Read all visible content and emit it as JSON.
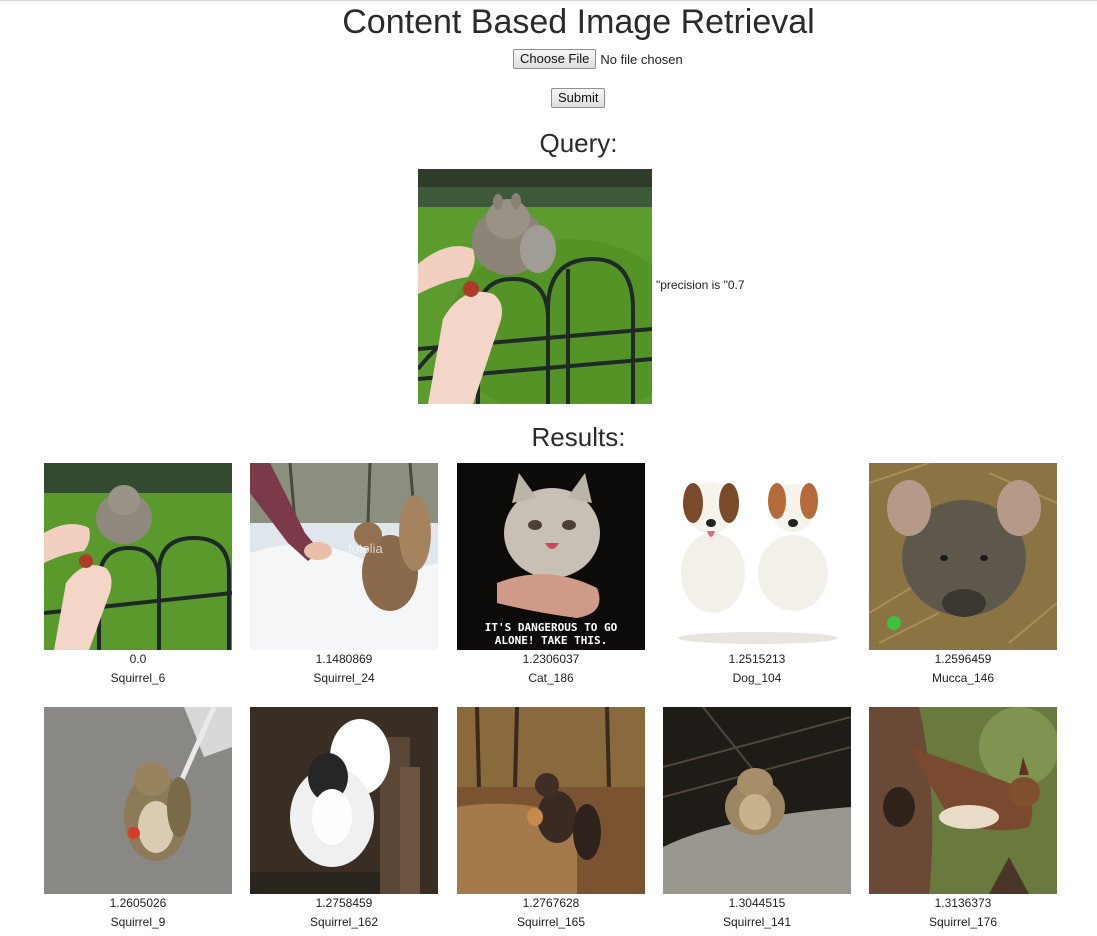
{
  "page": {
    "title": "Content Based Image Retrieval"
  },
  "upload": {
    "choose_label": "Choose File",
    "file_status": "No file chosen",
    "submit_label": "Submit"
  },
  "query": {
    "heading": "Query:",
    "precision_text": "\"precision is \"0.7"
  },
  "results": {
    "heading": "Results:",
    "items": [
      {
        "score": "0.0",
        "label": "Squirrel_6"
      },
      {
        "score": "1.1480869",
        "label": "Squirrel_24"
      },
      {
        "score": "1.2306037",
        "label": "Cat_186"
      },
      {
        "score": "1.2515213",
        "label": "Dog_104"
      },
      {
        "score": "1.2596459",
        "label": "Mucca_146"
      },
      {
        "score": "1.2605026",
        "label": "Squirrel_9"
      },
      {
        "score": "1.2758459",
        "label": "Squirrel_162"
      },
      {
        "score": "1.2767628",
        "label": "Squirrel_165"
      },
      {
        "score": "1.3044515",
        "label": "Squirrel_141"
      },
      {
        "score": "1.3136373",
        "label": "Squirrel_176"
      }
    ],
    "cat_caption": "IT'S DANGEROUS TO GO ALONE! TAKE THIS."
  }
}
